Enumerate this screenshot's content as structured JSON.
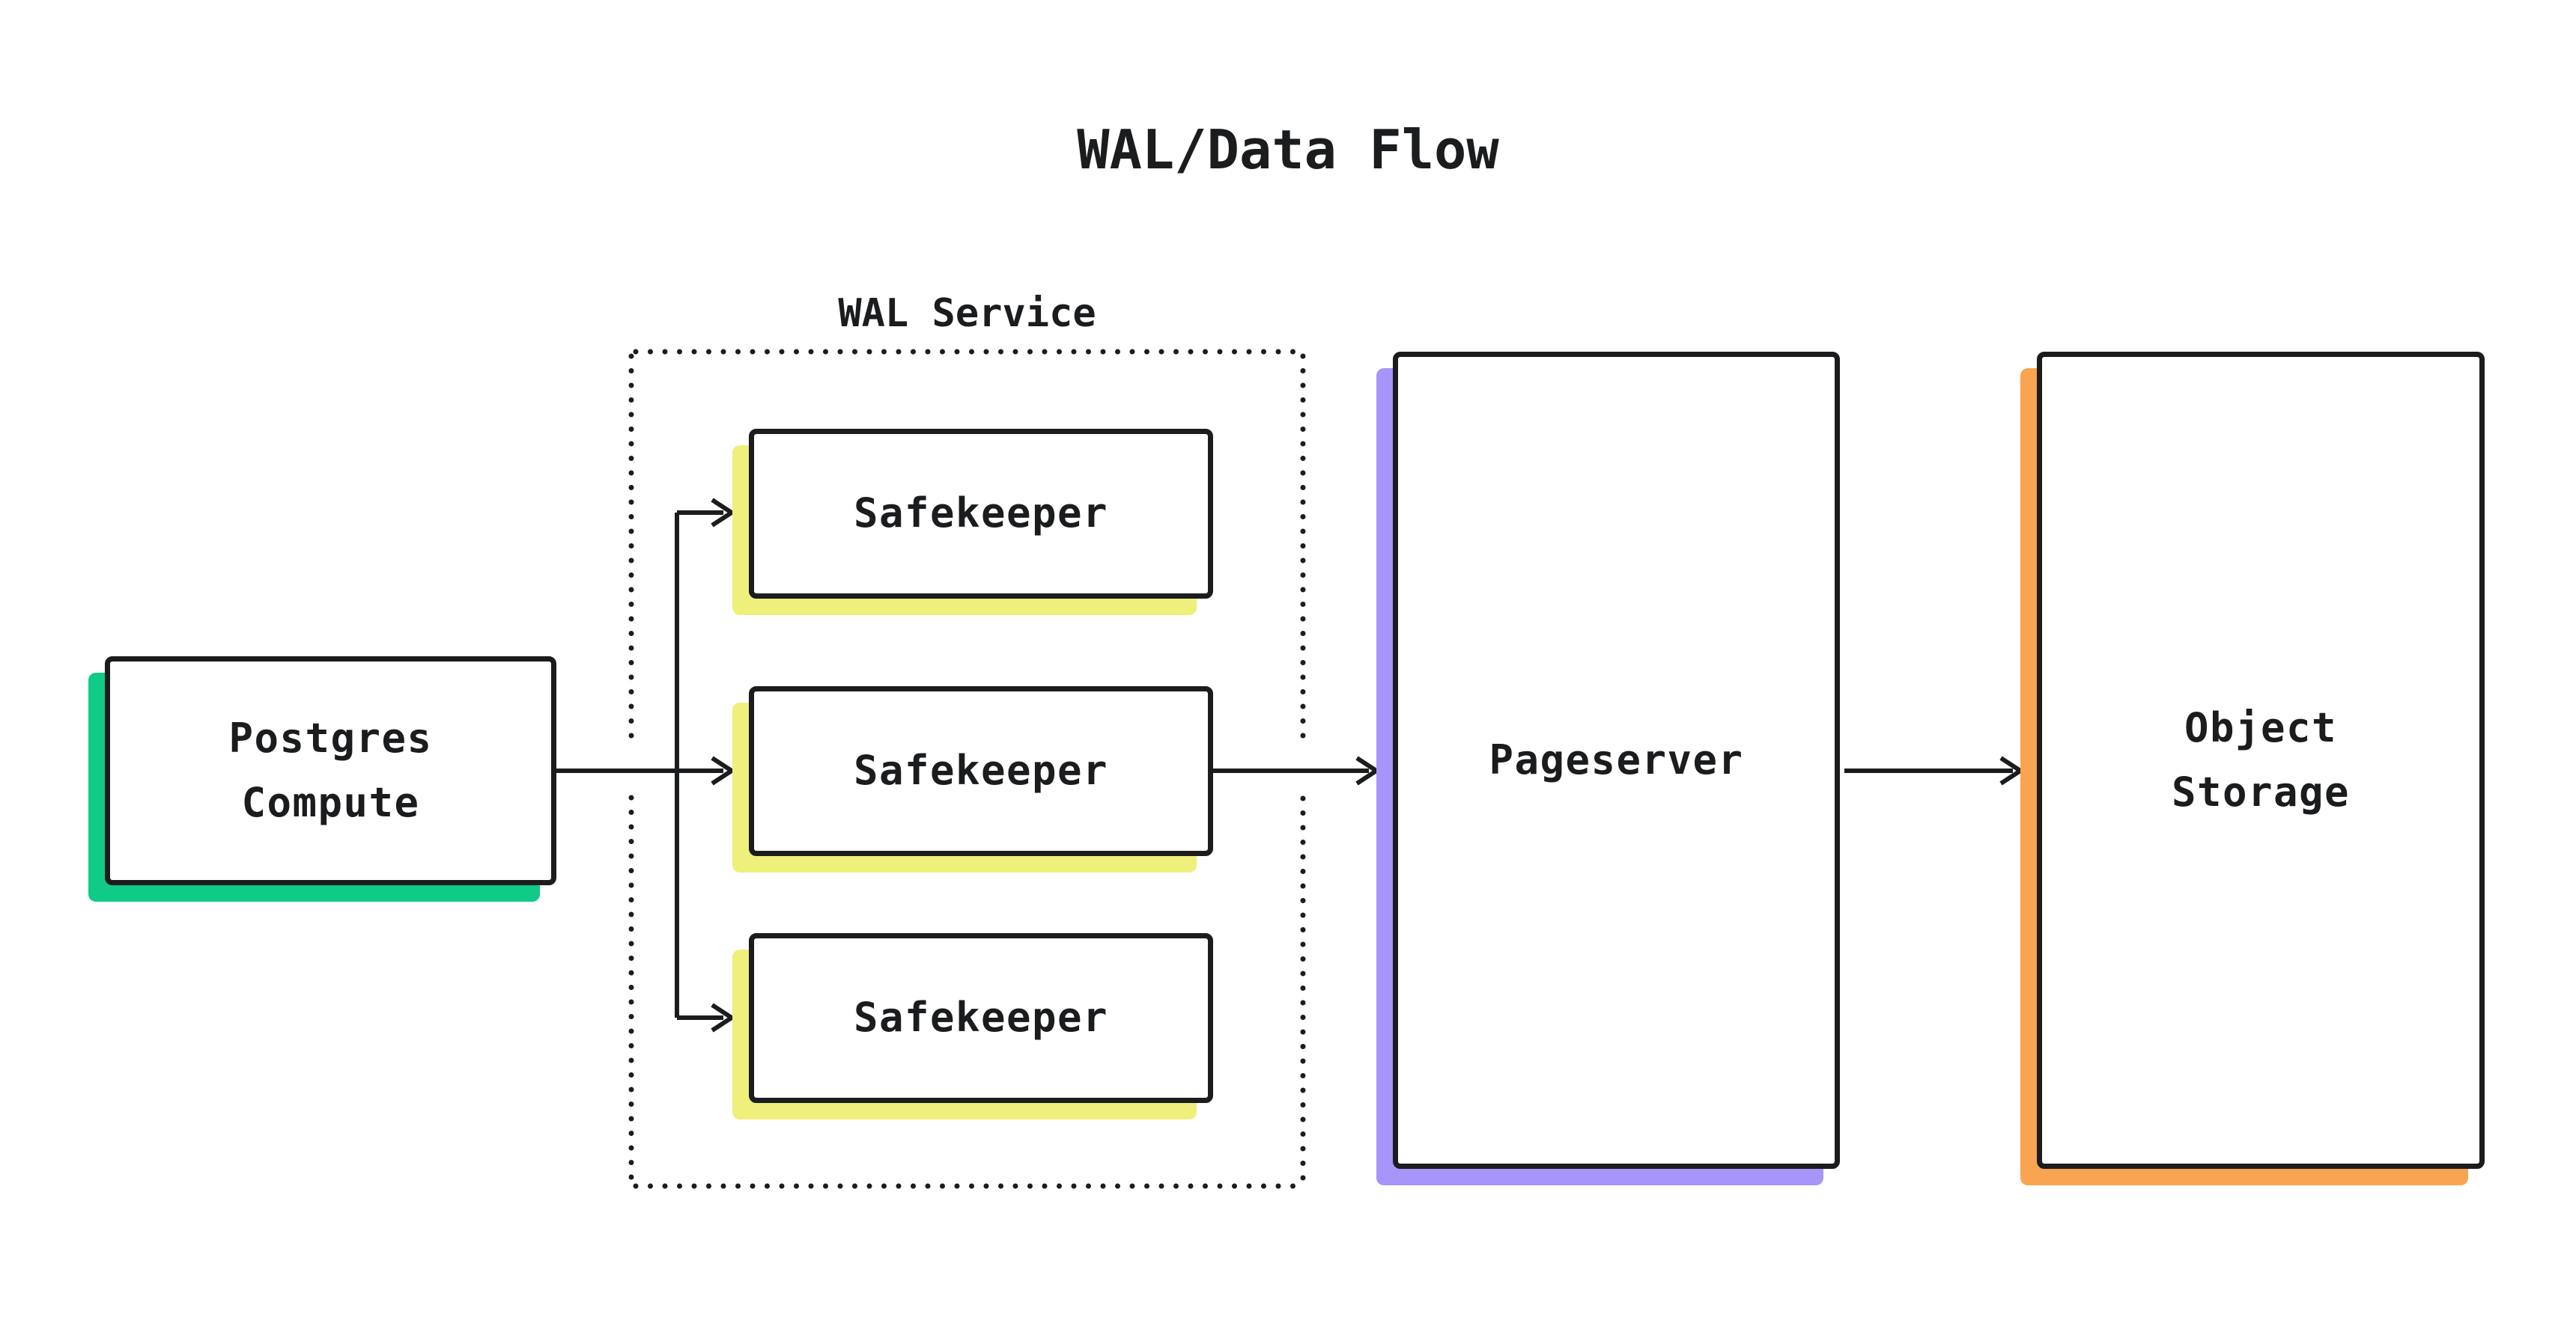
{
  "title": "WAL/Data Flow",
  "diagram": {
    "wal_service": {
      "label": "WAL Service",
      "safekeepers": [
        {
          "label": "Safekeeper"
        },
        {
          "label": "Safekeeper"
        },
        {
          "label": "Safekeeper"
        }
      ]
    },
    "nodes": {
      "postgres_compute": {
        "label": "Postgres\nCompute"
      },
      "pageserver": {
        "label": "Pageserver"
      },
      "object_storage": {
        "label": "Object\nStorage"
      }
    },
    "flow": [
      "Postgres Compute -> Safekeeper x3 (fan-out inside WAL Service)",
      "Safekeeper -> Pageserver",
      "Pageserver -> Object Storage"
    ]
  },
  "colors": {
    "ink": "#1a1c1e",
    "bg": "#ffffff",
    "green": "#10ca87",
    "yellow": "#eef07b",
    "purple": "#a795fa",
    "orange": "#f9a450"
  }
}
